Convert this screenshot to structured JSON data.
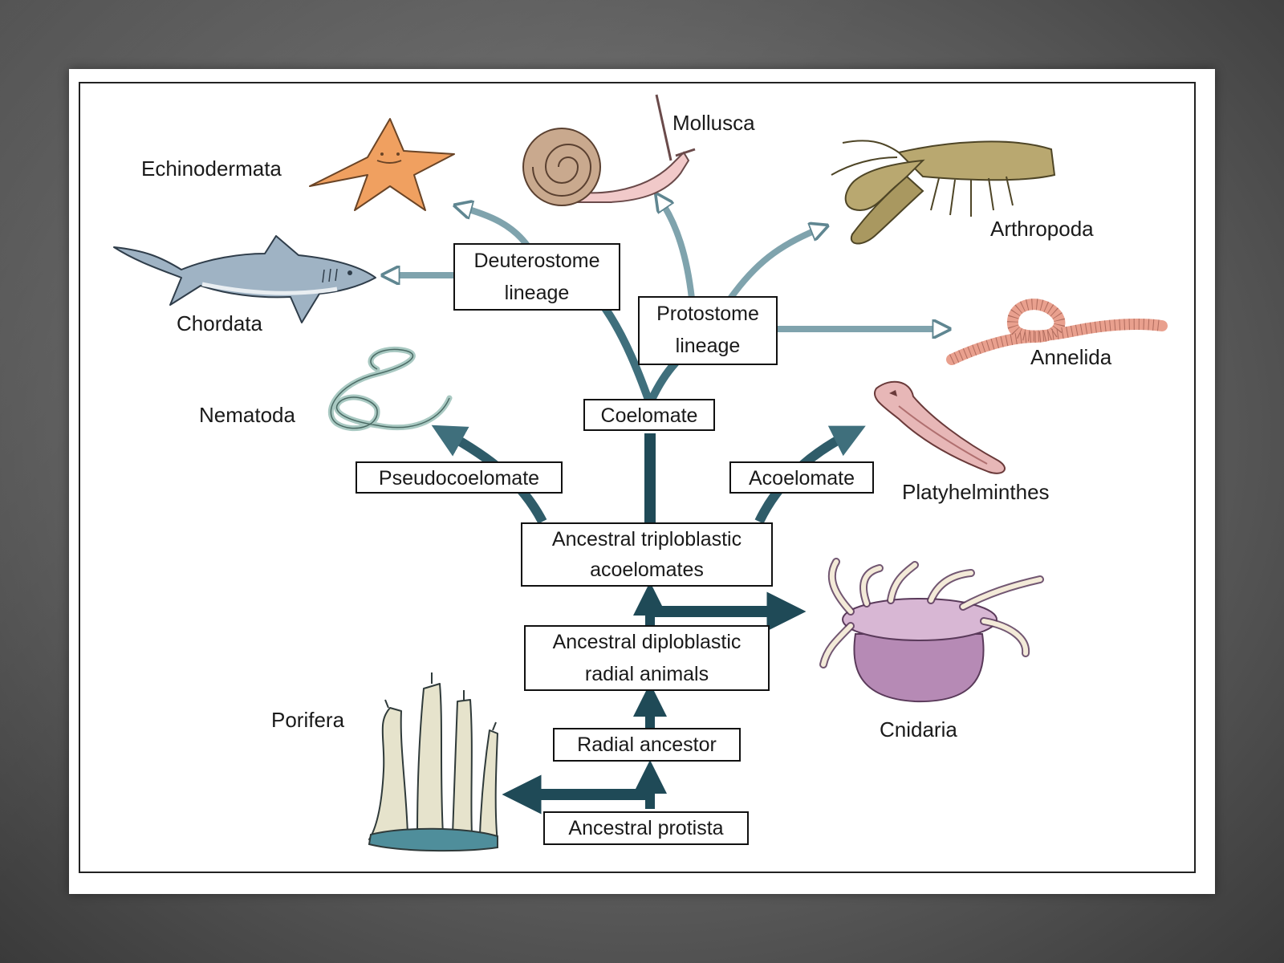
{
  "taxa": {
    "echinodermata": "Echinodermata",
    "mollusca": "Mollusca",
    "arthropoda": "Arthropoda",
    "chordata": "Chordata",
    "annelida": "Annelida",
    "nematoda": "Nematoda",
    "platyhelminthes": "Platyhelminthes",
    "porifera": "Porifera",
    "cnidaria": "Cnidaria"
  },
  "nodes": {
    "deuterostome": [
      "Deuterostome",
      "lineage"
    ],
    "protostome": [
      "Protostome",
      "lineage"
    ],
    "coelomate": "Coelomate",
    "pseudocoelomate": "Pseudocoelomate",
    "acoelomate": "Acoelomate",
    "triploblastic": [
      "Ancestral triploblastic",
      "acoelomates"
    ],
    "diploblastic": [
      "Ancestral diploblastic",
      "radial animals"
    ],
    "radial_ancestor": "Radial ancestor",
    "protista": "Ancestral protista"
  },
  "colors": {
    "branch_dark": "#1f4a57",
    "branch_mid": "#3f6f7c",
    "branch_light": "#7fa3ad",
    "starfish": "#f0a060",
    "snail_body": "#f1c9c9",
    "shell": "#c9a98e",
    "lobster": "#b9a870",
    "shark": "#9fb3c4",
    "worm": "#e9a08e",
    "nematode": "#a9c9c2",
    "flatworm": "#e7b7b7",
    "anemone": "#b68ab5",
    "sponge": "#e6e3cc",
    "sponge_base": "#4f8e9b"
  }
}
